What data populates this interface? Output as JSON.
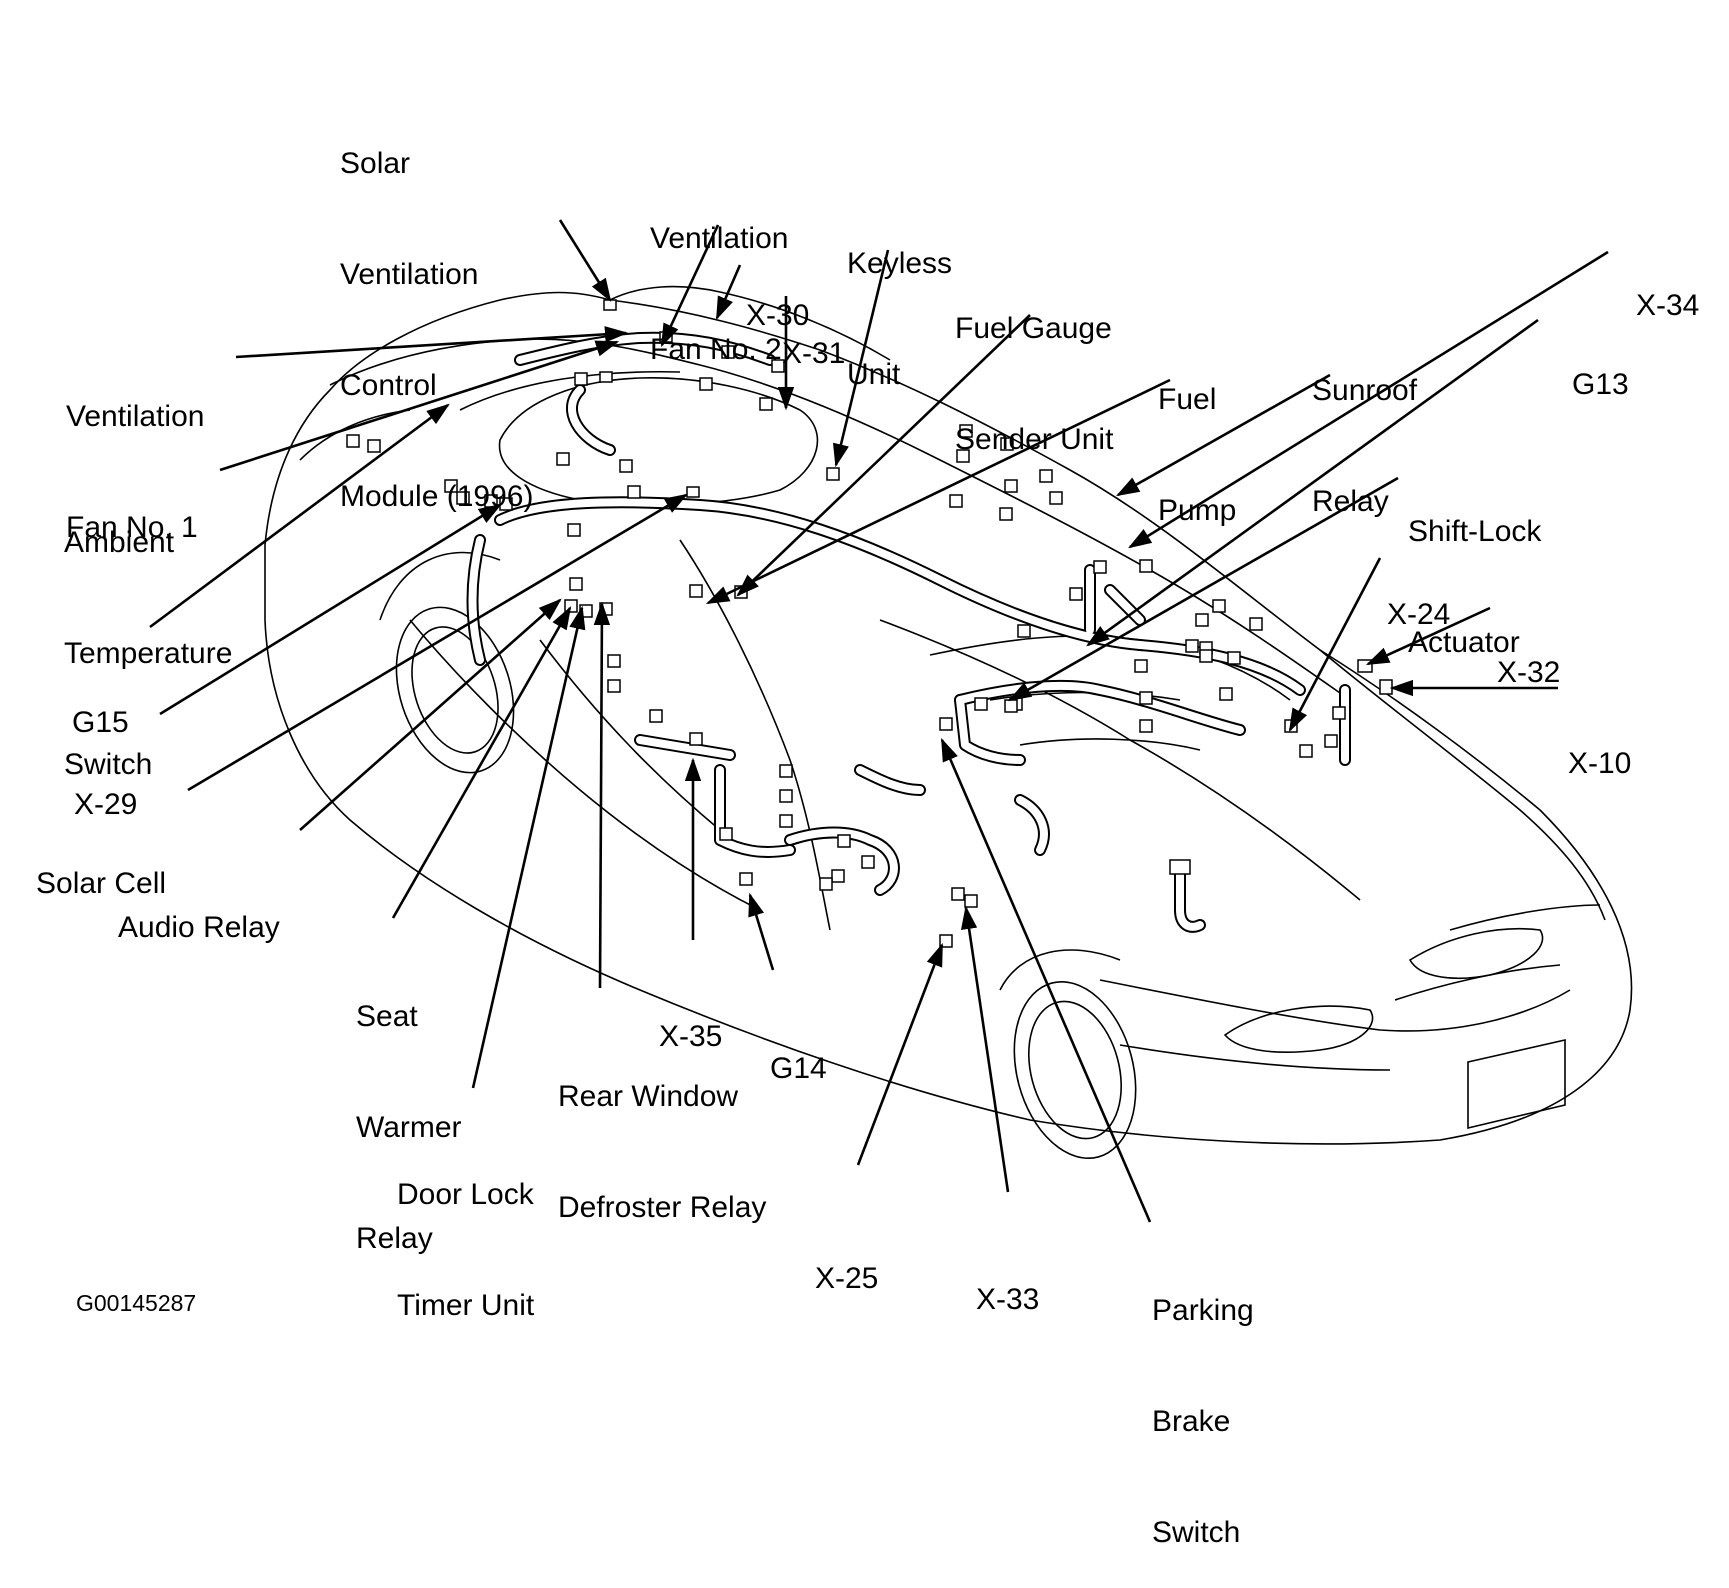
{
  "figure_id": "G00145287",
  "colors": {
    "ink": "#000000",
    "background": "#ffffff"
  },
  "labels": {
    "solar_ventilation_control_module": [
      "Solar",
      "Ventilation",
      "Control",
      "Module (1996)"
    ],
    "ventilation_fan_no2": [
      "Ventilation",
      "Fan No. 2"
    ],
    "x30": [
      "X-30"
    ],
    "x31": [
      "X-31"
    ],
    "keyless_unit": [
      "Keyless",
      "Unit"
    ],
    "fuel_gauge_sender_unit": [
      "Fuel Gauge",
      "Sender Unit"
    ],
    "fuel_pump": [
      "Fuel",
      "Pump"
    ],
    "sunroof_relay": [
      "Sunroof",
      "Relay"
    ],
    "x34": [
      "X-34"
    ],
    "g13": [
      "G13"
    ],
    "ventilation_fan_no1": [
      "Ventilation",
      "Fan No. 1"
    ],
    "ambient_temperature_switch": [
      "Ambient",
      "Temperature",
      "Switch"
    ],
    "shift_lock_actuator": [
      "Shift-Lock",
      "Actuator"
    ],
    "x24": [
      "X-24"
    ],
    "x32": [
      "X-32"
    ],
    "x10": [
      "X-10"
    ],
    "g15": [
      "G15"
    ],
    "x29": [
      "X-29"
    ],
    "solar_cell": [
      "Solar Cell"
    ],
    "audio_relay": [
      "Audio Relay"
    ],
    "seat_warmer_relay": [
      "Seat",
      "Warmer",
      "Relay"
    ],
    "x35": [
      "X-35"
    ],
    "g14": [
      "G14"
    ],
    "rear_window_defroster_relay": [
      "Rear Window",
      "Defroster Relay"
    ],
    "door_lock_timer_unit": [
      "Door Lock",
      "Timer Unit"
    ],
    "x25": [
      "X-25"
    ],
    "x33": [
      "X-33"
    ],
    "parking_brake_switch": [
      "Parking",
      "Brake",
      "Switch"
    ]
  }
}
